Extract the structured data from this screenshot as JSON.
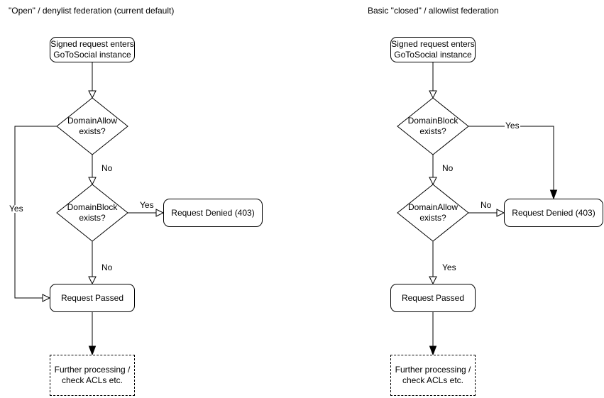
{
  "diagram": {
    "colors": {
      "stroke": "#000000",
      "fill": "#ffffff",
      "text": "#000000"
    },
    "left": {
      "title": "\"Open\" / denylist federation (current default)",
      "nodes": {
        "start": "Signed request enters\nGoToSocial instance",
        "decision1": "DomainAllow\nexists?",
        "decision2": "DomainBlock\nexists?",
        "denied": "Request Denied (403)",
        "passed": "Request Passed",
        "further": "Further processing /\ncheck ACLs etc."
      },
      "edges": {
        "d1_down": "No",
        "d1_side": "Yes",
        "d2_side": "Yes",
        "d2_down": "No"
      }
    },
    "right": {
      "title": "Basic \"closed\" / allowlist federation",
      "nodes": {
        "start": "Signed request enters\nGoToSocial instance",
        "decision1": "DomainBlock\nexists?",
        "decision2": "DomainAllow\nexists?",
        "denied": "Request Denied (403)",
        "passed": "Request Passed",
        "further": "Further processing /\ncheck ACLs etc."
      },
      "edges": {
        "d1_down": "No",
        "d1_side": "Yes",
        "d2_side": "No",
        "d2_down": "Yes"
      }
    }
  }
}
